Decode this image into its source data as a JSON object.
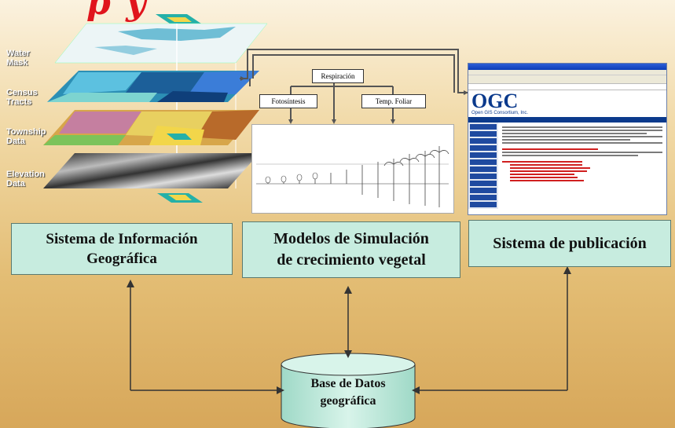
{
  "title_fragment": "p         y",
  "gis_layers": [
    {
      "label": "Water Mask"
    },
    {
      "label": "Census Tracts"
    },
    {
      "label": "Township Data"
    },
    {
      "label": "Elevation Data"
    }
  ],
  "simulation": {
    "inputs": [
      "Respiración",
      "Fotosíntesis",
      "Temp. Foliar"
    ]
  },
  "browser": {
    "logo": "OGC",
    "logo_sub": "Open GIS Consortium, Inc."
  },
  "boxes": {
    "gis": [
      "Sistema de Información",
      "Geográfica"
    ],
    "sim": [
      "Modelos de Simulación",
      "de crecimiento vegetal"
    ],
    "pub": [
      "Sistema de publicación"
    ]
  },
  "database": [
    "Base de Datos",
    "geográfica"
  ],
  "colors": {
    "box_fill": "#c7ecdf",
    "title_red": "#e0141c",
    "bg_top": "#fbf2df",
    "bg_bottom": "#d7a75a",
    "db_fill": "#c7ecdf"
  }
}
